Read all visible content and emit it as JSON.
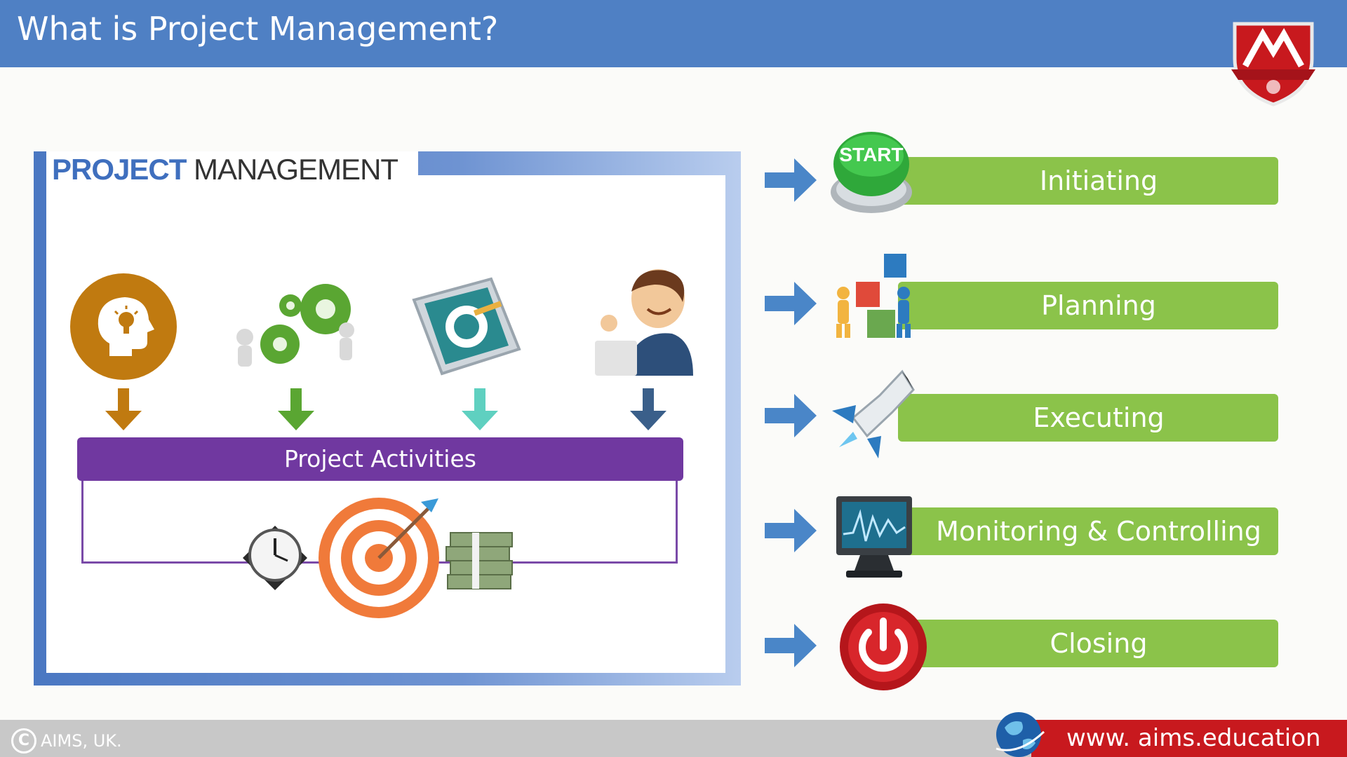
{
  "header": {
    "title": "What is Project Management?"
  },
  "panel": {
    "title_bold": "PROJECT",
    "title_light": "MANAGEMENT",
    "activities_label": "Project Activities",
    "inputs": [
      {
        "icon": "idea-head-icon",
        "arrow_color": "#c07a10"
      },
      {
        "icon": "gears-team-icon",
        "arrow_color": "#5aa632"
      },
      {
        "icon": "settings-screen-icon",
        "arrow_color": "#5fd0c0"
      },
      {
        "icon": "support-person-icon",
        "arrow_color": "#3a5f8a"
      }
    ],
    "constraints": [
      {
        "icon": "clock-icon"
      },
      {
        "icon": "target-icon"
      },
      {
        "icon": "money-stack-icon"
      }
    ]
  },
  "phases": [
    {
      "label": "Initiating",
      "icon": "start-button-icon"
    },
    {
      "label": "Planning",
      "icon": "building-blocks-icon"
    },
    {
      "label": "Executing",
      "icon": "rocket-icon"
    },
    {
      "label": "Monitoring & Controlling",
      "icon": "monitor-icon"
    },
    {
      "label": "Closing",
      "icon": "power-button-icon"
    }
  ],
  "footer": {
    "copyright_symbol": "C",
    "copyright": "AIMS, UK.",
    "url": "www. aims.education"
  },
  "colors": {
    "header": "#4f80c4",
    "phase_bar": "#8bc34a",
    "activities_bar": "#7038a0",
    "footer_url_bg": "#c8191e"
  }
}
